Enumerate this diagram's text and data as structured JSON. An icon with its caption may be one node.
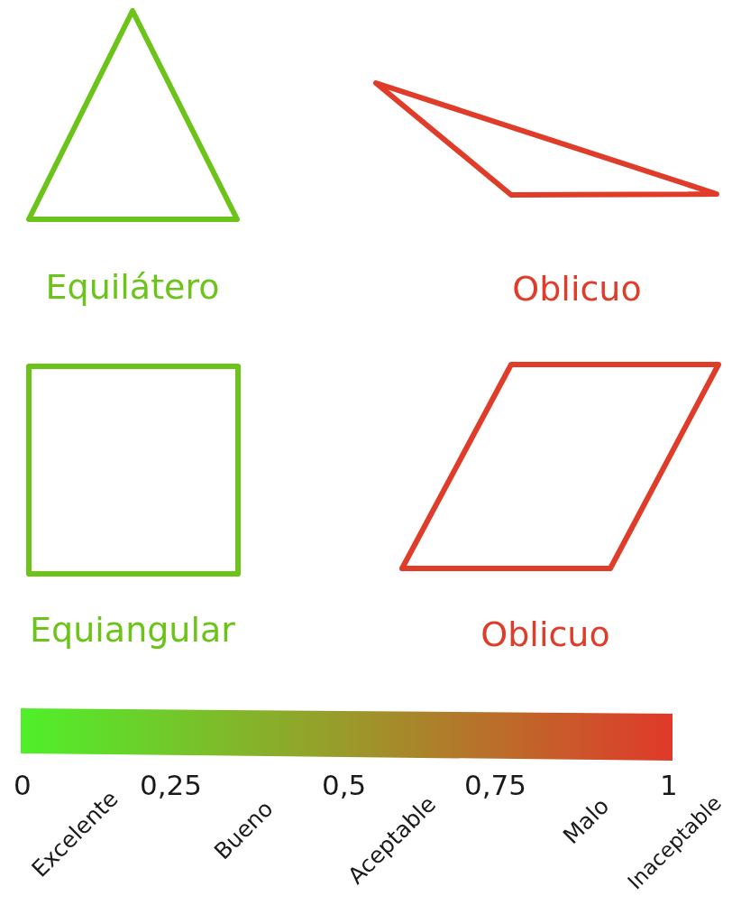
{
  "diagram": {
    "nodes": [
      {
        "text": [
          "Equilátero"
        ]
      },
      {
        "text": [
          "Oblicuo"
        ]
      },
      {
        "text": [
          "Equiangular"
        ]
      },
      {
        "text": [
          "Oblicuo"
        ]
      },
      {
        "text": [],
        "shape": "bar"
      }
    ],
    "labels": [
      "0",
      "0,25",
      "0,5",
      "0,75",
      "1",
      "Excelente",
      "Bueno",
      "Aceptable",
      "Malo",
      "Inaceptable"
    ]
  }
}
